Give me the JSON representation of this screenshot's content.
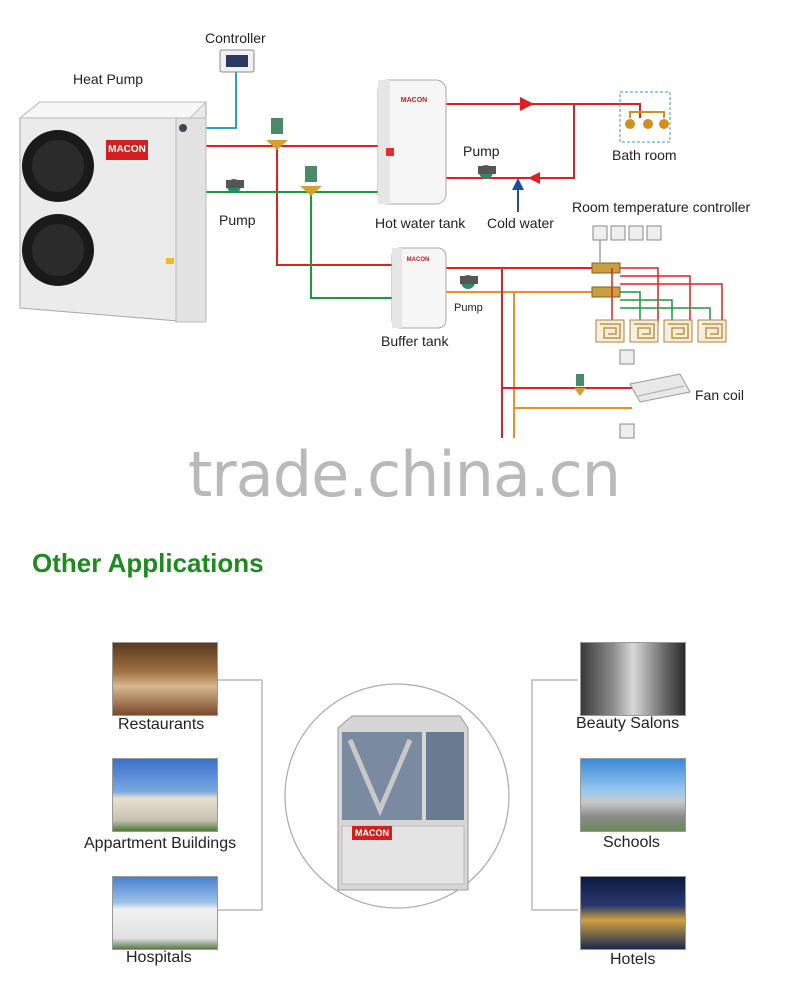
{
  "diagram": {
    "labels": {
      "controller": "Controller",
      "heat_pump": "Heat Pump",
      "pump_left": "Pump",
      "pump_top": "Pump",
      "pump_buffer": "Pump",
      "hot_water_tank": "Hot water tank",
      "cold_water": "Cold water",
      "bath_room": "Bath room",
      "room_temp_controller": "Room temperature controller",
      "buffer_tank": "Buffer tank",
      "fan_coil": "Fan coil"
    },
    "brand": "MACON",
    "colors": {
      "hot_pipe": "#e02020",
      "return_pipe": "#1a9a3a",
      "floor_pipe": "#e8902a",
      "signal_pipe": "#2aa0c0"
    }
  },
  "watermark": "trade.china.cn",
  "applications": {
    "title": "Other Applications",
    "unit_brand": "MACON",
    "left": [
      "Restaurants",
      "Appartment Buildings",
      "Hospitals"
    ],
    "right": [
      "Beauty Salons",
      "Schools",
      "Hotels"
    ]
  }
}
